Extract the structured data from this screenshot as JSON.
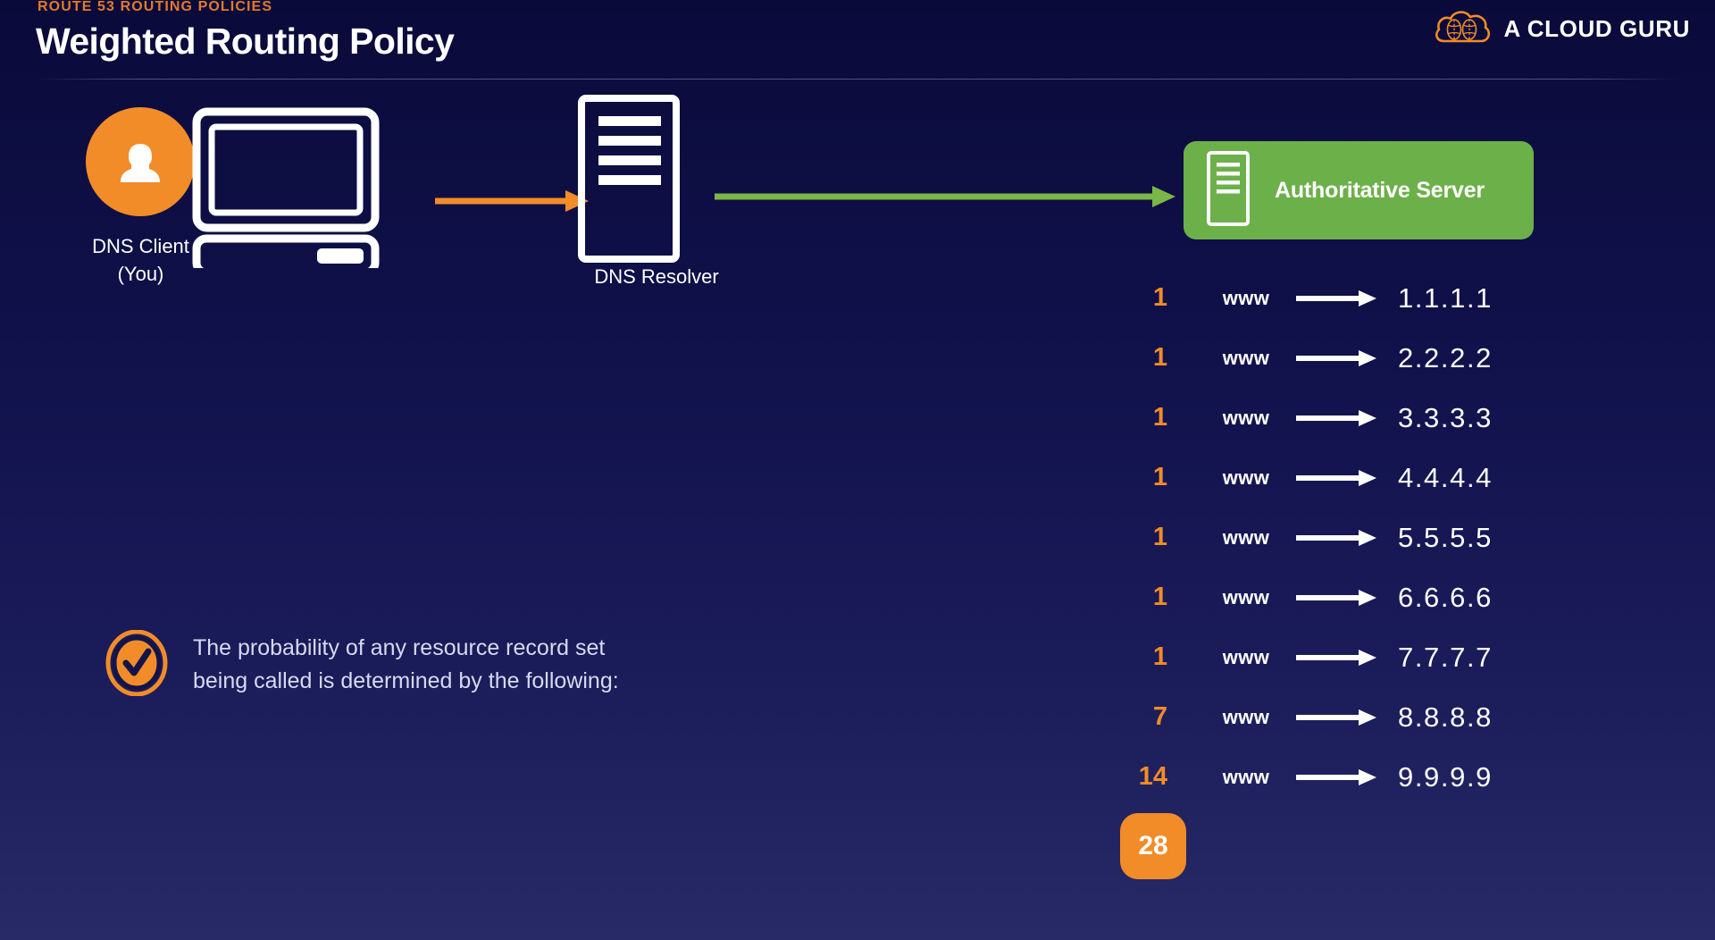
{
  "header": {
    "eyebrow": "ROUTE 53 ROUTING POLICIES",
    "title": "Weighted Routing Policy",
    "brand": "A CLOUD GURU",
    "brand_icon": "cloud-guru-logo-icon"
  },
  "diagram": {
    "client": {
      "label": "DNS Client\n(You)",
      "avatar_icon": "user-avatar-icon",
      "device_icon": "desktop-computer-icon"
    },
    "resolver": {
      "label": "DNS Resolver",
      "icon": "server-tower-icon"
    },
    "authoritative": {
      "label": "Authoritative Server",
      "icon": "server-tower-icon"
    },
    "arrows": [
      {
        "name": "client-to-resolver-arrow",
        "color": "#f28c28"
      },
      {
        "name": "resolver-to-authoritative-arrow",
        "color": "#7ab648"
      }
    ]
  },
  "callout": {
    "icon": "check-circle-icon",
    "text": "The probability of any resource record set\nbeing called is determined by the following:"
  },
  "records": {
    "columns": [
      "weight",
      "name",
      "arrow",
      "ip"
    ],
    "rows": [
      {
        "weight": "1",
        "name": "www",
        "ip": "1.1.1.1"
      },
      {
        "weight": "1",
        "name": "www",
        "ip": "2.2.2.2"
      },
      {
        "weight": "1",
        "name": "www",
        "ip": "3.3.3.3"
      },
      {
        "weight": "1",
        "name": "www",
        "ip": "4.4.4.4"
      },
      {
        "weight": "1",
        "name": "www",
        "ip": "5.5.5.5"
      },
      {
        "weight": "1",
        "name": "www",
        "ip": "6.6.6.6"
      },
      {
        "weight": "1",
        "name": "www",
        "ip": "7.7.7.7"
      },
      {
        "weight": "7",
        "name": "www",
        "ip": "8.8.8.8"
      },
      {
        "weight": "14",
        "name": "www",
        "ip": "9.9.9.9"
      }
    ],
    "total": "28"
  },
  "colors": {
    "background_top": "#0a0a3a",
    "background_bottom": "#272a66",
    "accent_orange": "#f28c28",
    "eyebrow_orange": "#e07b2c",
    "green": "#6cb04a",
    "arrow_green": "#7ab648",
    "text_white": "#ffffff",
    "body_text": "#d6daf0"
  }
}
